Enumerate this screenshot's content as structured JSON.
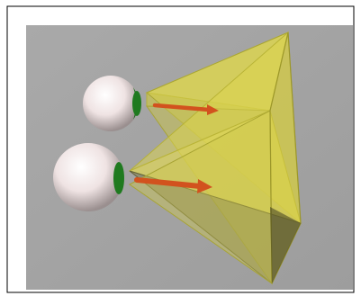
{
  "figure": {
    "subject": "two-eyes-viewing-frustums",
    "colors": {
      "frame_border": "#000000",
      "background": "#a4a4a4",
      "frustum": "#d6d23a",
      "eye": "#f2eaea",
      "iris": "#1f7a1f",
      "arrow": "#d2521e"
    },
    "elements": [
      {
        "id": "eye-upper",
        "kind": "eyeball"
      },
      {
        "id": "eye-lower",
        "kind": "eyeball"
      },
      {
        "id": "arrow-upper",
        "kind": "view-direction-arrow"
      },
      {
        "id": "arrow-lower",
        "kind": "view-direction-arrow"
      },
      {
        "id": "frustum-upper",
        "kind": "view-frustum"
      },
      {
        "id": "frustum-lower",
        "kind": "view-frustum"
      }
    ]
  }
}
